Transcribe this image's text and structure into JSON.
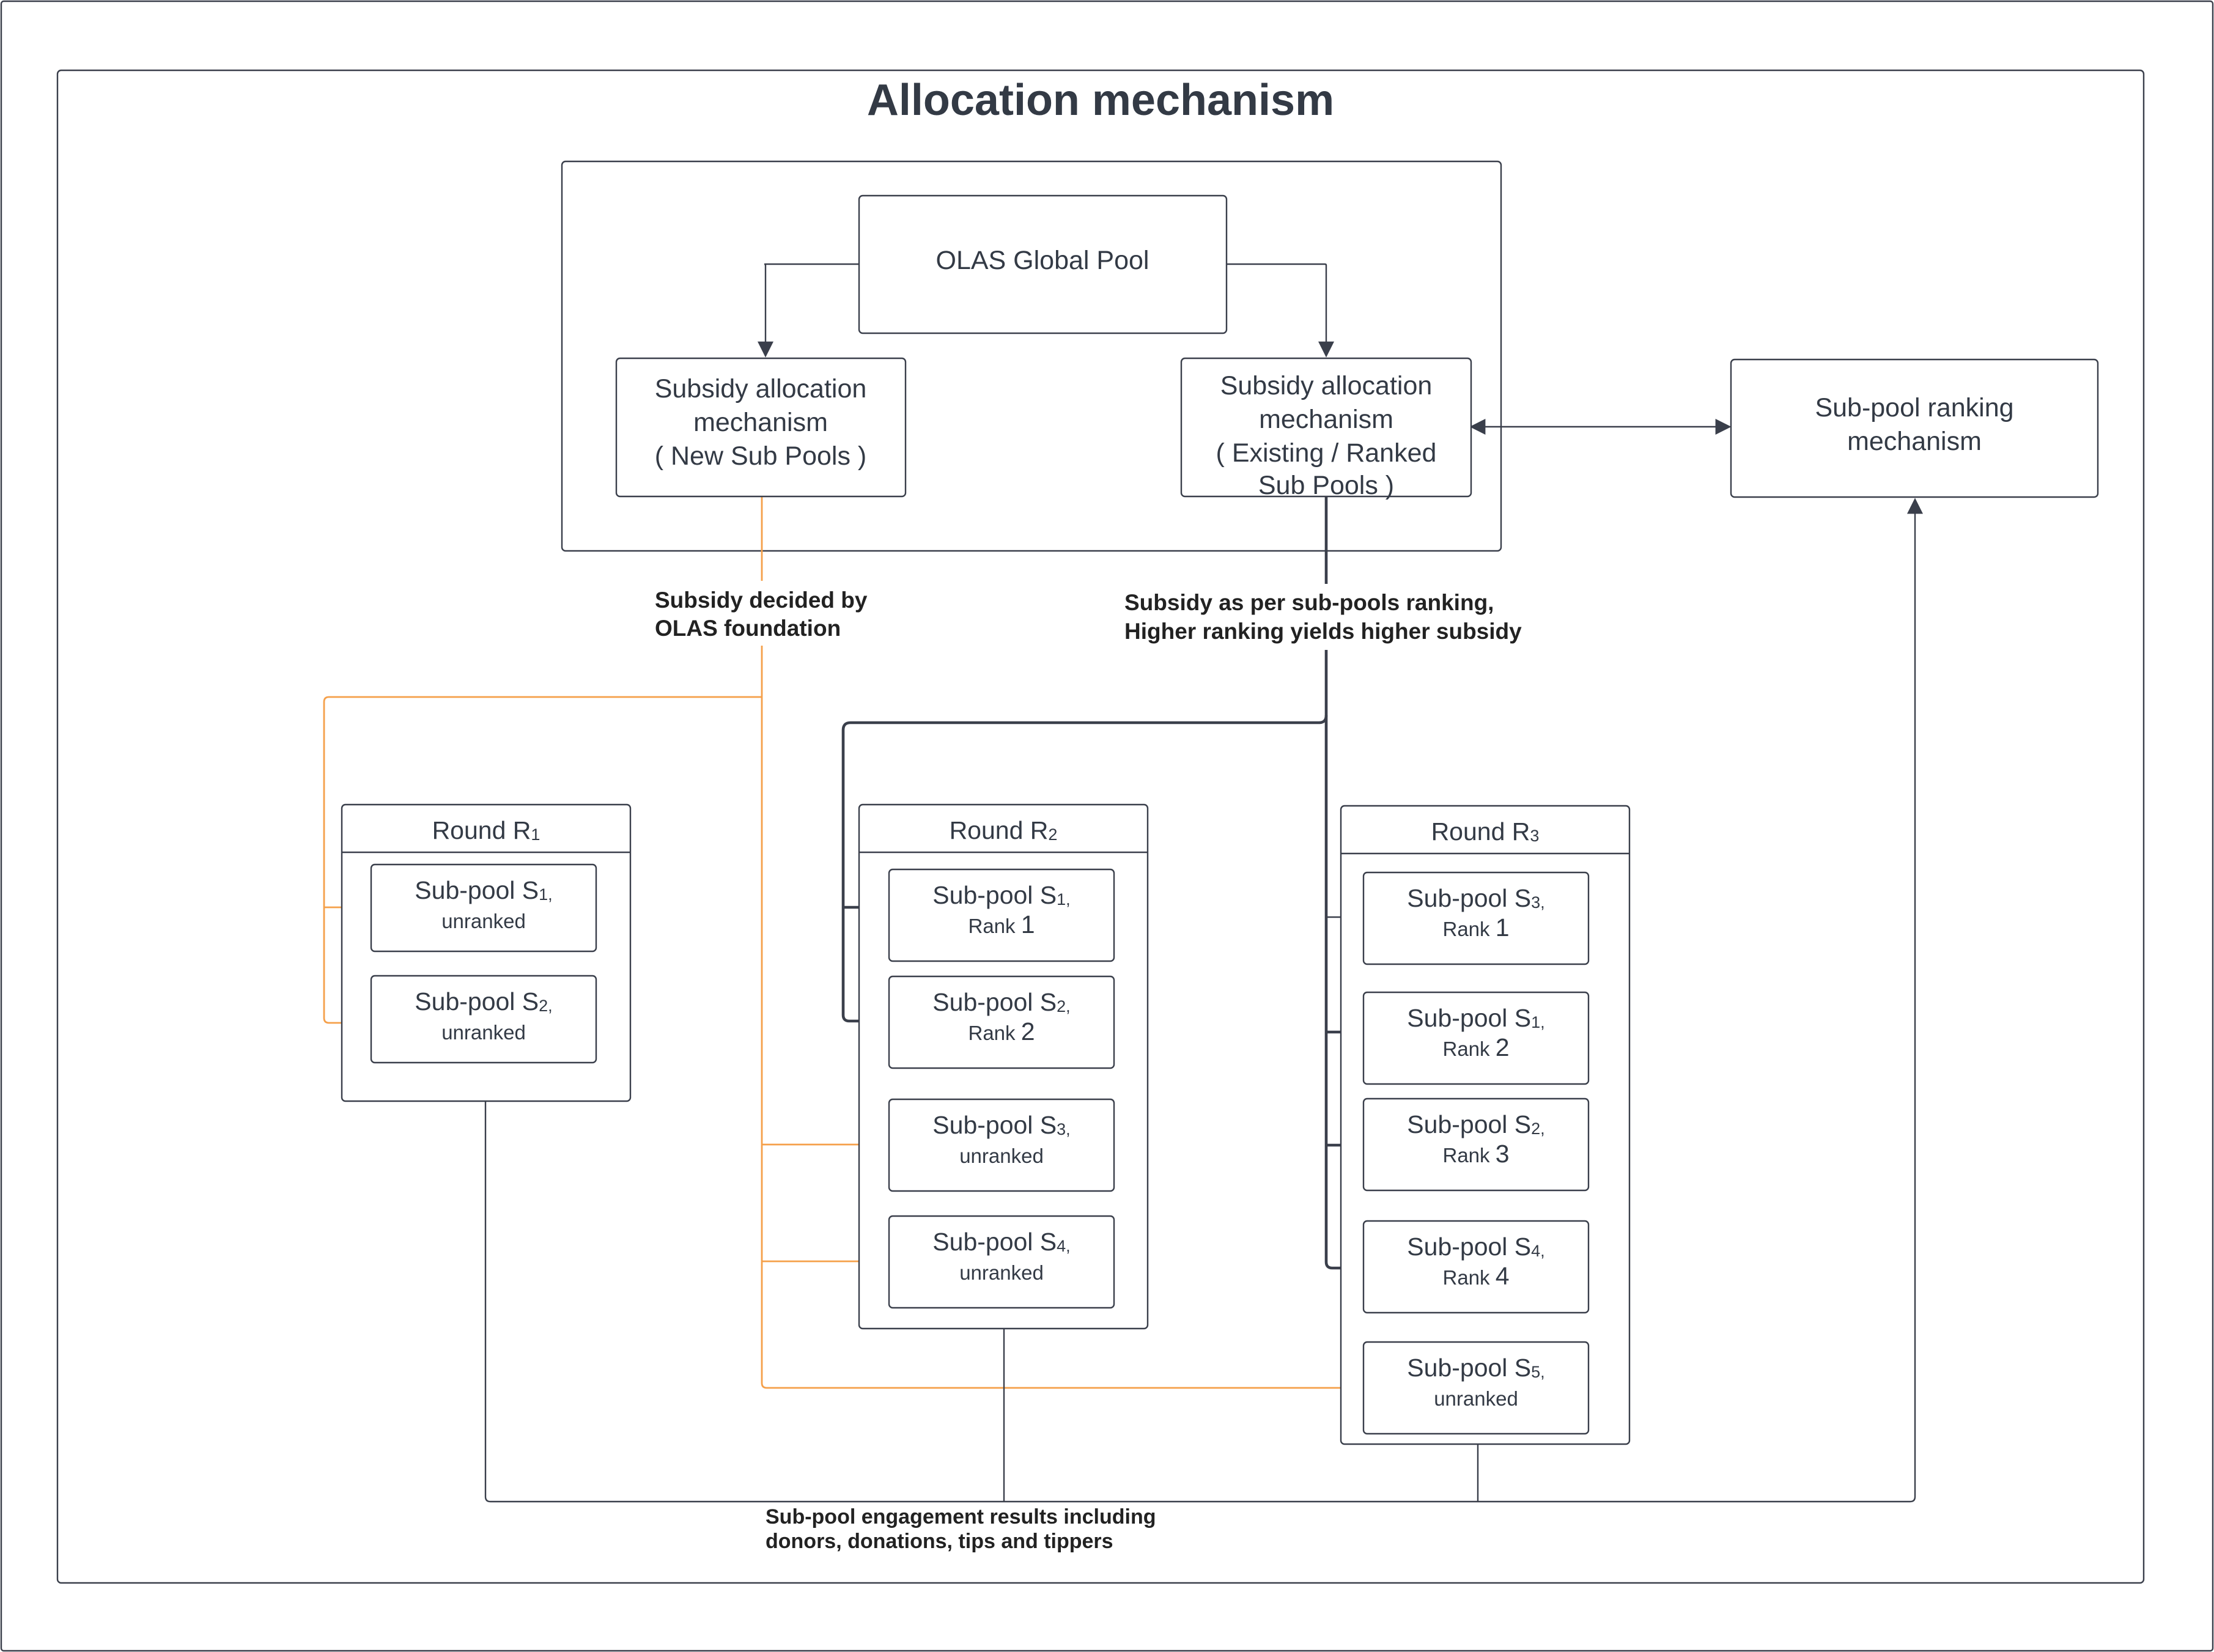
{
  "title": "Allocation mechanism",
  "nodes": {
    "global_pool": "OLAS Global Pool",
    "subsidy_new": [
      "Subsidy allocation",
      "mechanism",
      "( New Sub Pools )"
    ],
    "subsidy_existing": [
      "Subsidy allocation",
      "mechanism",
      "( Existing / Ranked",
      "Sub Pools )"
    ],
    "ranking": [
      "Sub-pool ranking",
      "mechanism"
    ]
  },
  "edge_labels": {
    "foundation": [
      "Subsidy decided by",
      "OLAS foundation"
    ],
    "ranking_subsidy": [
      "Subsidy as per sub-pools ranking,",
      "Higher ranking yields higher subsidy"
    ],
    "engagement": [
      "Sub-pool engagement results including",
      "donors, donations, tips and tippers"
    ]
  },
  "rounds": [
    {
      "label": "Round R",
      "index": "1",
      "pools": [
        {
          "prefix": "Sub-pool S",
          "index": "1,",
          "rank_label": "unranked",
          "rank_num": ""
        },
        {
          "prefix": "Sub-pool S",
          "index": "2,",
          "rank_label": "unranked",
          "rank_num": ""
        }
      ]
    },
    {
      "label": "Round R",
      "index": "2",
      "pools": [
        {
          "prefix": "Sub-pool S",
          "index": "1,",
          "rank_label": "Rank ",
          "rank_num": "1"
        },
        {
          "prefix": "Sub-pool S",
          "index": "2,",
          "rank_label": "Rank ",
          "rank_num": "2"
        },
        {
          "prefix": "Sub-pool S",
          "index": "3,",
          "rank_label": "unranked",
          "rank_num": ""
        },
        {
          "prefix": "Sub-pool S",
          "index": "4,",
          "rank_label": "unranked",
          "rank_num": ""
        }
      ]
    },
    {
      "label": "Round R",
      "index": "3",
      "pools": [
        {
          "prefix": "Sub-pool S",
          "index": "3,",
          "rank_label": "Rank ",
          "rank_num": "1"
        },
        {
          "prefix": "Sub-pool S",
          "index": "1,",
          "rank_label": "Rank ",
          "rank_num": "2"
        },
        {
          "prefix": "Sub-pool S",
          "index": "2,",
          "rank_label": "Rank ",
          "rank_num": "3"
        },
        {
          "prefix": "Sub-pool S",
          "index": "4,",
          "rank_label": "Rank ",
          "rank_num": "4"
        },
        {
          "prefix": "Sub-pool S",
          "index": "5,",
          "rank_label": "unranked",
          "rank_num": ""
        }
      ]
    }
  ],
  "colors": {
    "ink": "#333a45",
    "line": "#3a3f4b",
    "new_pool_flow": "#f5a04a"
  }
}
